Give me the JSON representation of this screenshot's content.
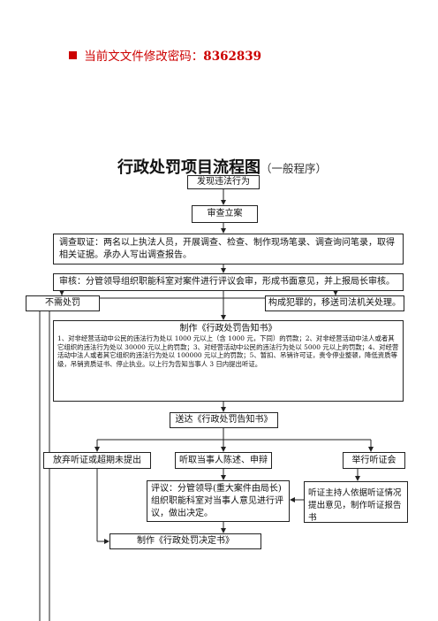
{
  "notice": {
    "bullet_color": "#cc0000",
    "label": "当前文文件修改密码：",
    "code": "8362839",
    "text_color": "#cc0000"
  },
  "title": {
    "main": "行政处罚项目流程图",
    "sub": "（一般程序）"
  },
  "flow": {
    "discover": "发现违法行为",
    "review_filing": "审查立案",
    "investigate": "调查取证：两名以上执法人员，开展调查、检查、制作现场笔录、调查询问笔录，取得相关证据。承办人写出调查报告。",
    "audit": "审核：分管领导组织职能科室对案件进行评议会审，形成书面意见，并上报局长审核。",
    "no_penalty": "不需处罚",
    "crime": "构成犯罪的，移送司法机关处理。",
    "notice_doc_title": "制作《行政处罚告知书》",
    "notice_doc_body": "1、对非经营活动中公民的违法行为处以 1000 元以上（含 1000 元，下同）的罚款；2、对非经营活动中法人或者其它组织的违法行为处以 30000 元以上的罚款；3、对经营活动中公民的违法行为处以 5000 元以上的罚款；4、对经营活动中法人或者其它组织的违法行为处以 100000 元以上的罚款；5、暂扣、吊销许可证，责令停业整顿，降低资质等级，吊销资质证书、停止执业。以上行为告知当事人 3 日内提出听证。",
    "deliver": "送达《行政处罚告知书》",
    "waive": "放弃听证或超期未提出",
    "hear_statement": "听取当事人陈述、申辩",
    "hold_hearing": "举行听证会",
    "deliberate": "评议：分管领导(重大案件由局长)组织职能科室对当事人意见进行评议，做出决定。",
    "hearing_report": "听证主持人依据听证情况提出意见，制作听证报告书",
    "decision": "制作《行政处罚决定书》"
  }
}
